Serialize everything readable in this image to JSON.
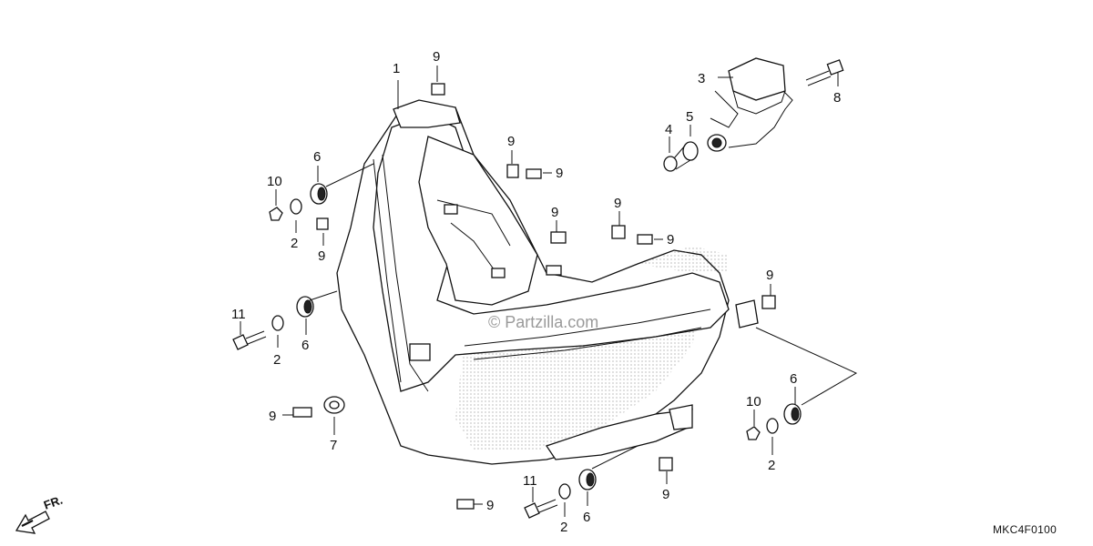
{
  "watermark": "© Partzilla.com",
  "diagram_code": "MKC4F0100",
  "front_arrow_label": "FR.",
  "callouts": [
    {
      "id": "c1",
      "text": "1"
    },
    {
      "id": "c2a",
      "text": "2"
    },
    {
      "id": "c2b",
      "text": "2"
    },
    {
      "id": "c2c",
      "text": "2"
    },
    {
      "id": "c2d",
      "text": "2"
    },
    {
      "id": "c3",
      "text": "3"
    },
    {
      "id": "c4",
      "text": "4"
    },
    {
      "id": "c5",
      "text": "5"
    },
    {
      "id": "c6a",
      "text": "6"
    },
    {
      "id": "c6b",
      "text": "6"
    },
    {
      "id": "c6c",
      "text": "6"
    },
    {
      "id": "c6d",
      "text": "6"
    },
    {
      "id": "c7",
      "text": "7"
    },
    {
      "id": "c8",
      "text": "8"
    },
    {
      "id": "c9a",
      "text": "9"
    },
    {
      "id": "c9b",
      "text": "9"
    },
    {
      "id": "c9c",
      "text": "9"
    },
    {
      "id": "c9d",
      "text": "9"
    },
    {
      "id": "c9e",
      "text": "9"
    },
    {
      "id": "c9f",
      "text": "9"
    },
    {
      "id": "c9g",
      "text": "9"
    },
    {
      "id": "c9h",
      "text": "9"
    },
    {
      "id": "c9i",
      "text": "9"
    },
    {
      "id": "c9j",
      "text": "9"
    },
    {
      "id": "c9k",
      "text": "9"
    },
    {
      "id": "c10a",
      "text": "10"
    },
    {
      "id": "c10b",
      "text": "10"
    },
    {
      "id": "c11a",
      "text": "11"
    },
    {
      "id": "c11b",
      "text": "11"
    }
  ]
}
